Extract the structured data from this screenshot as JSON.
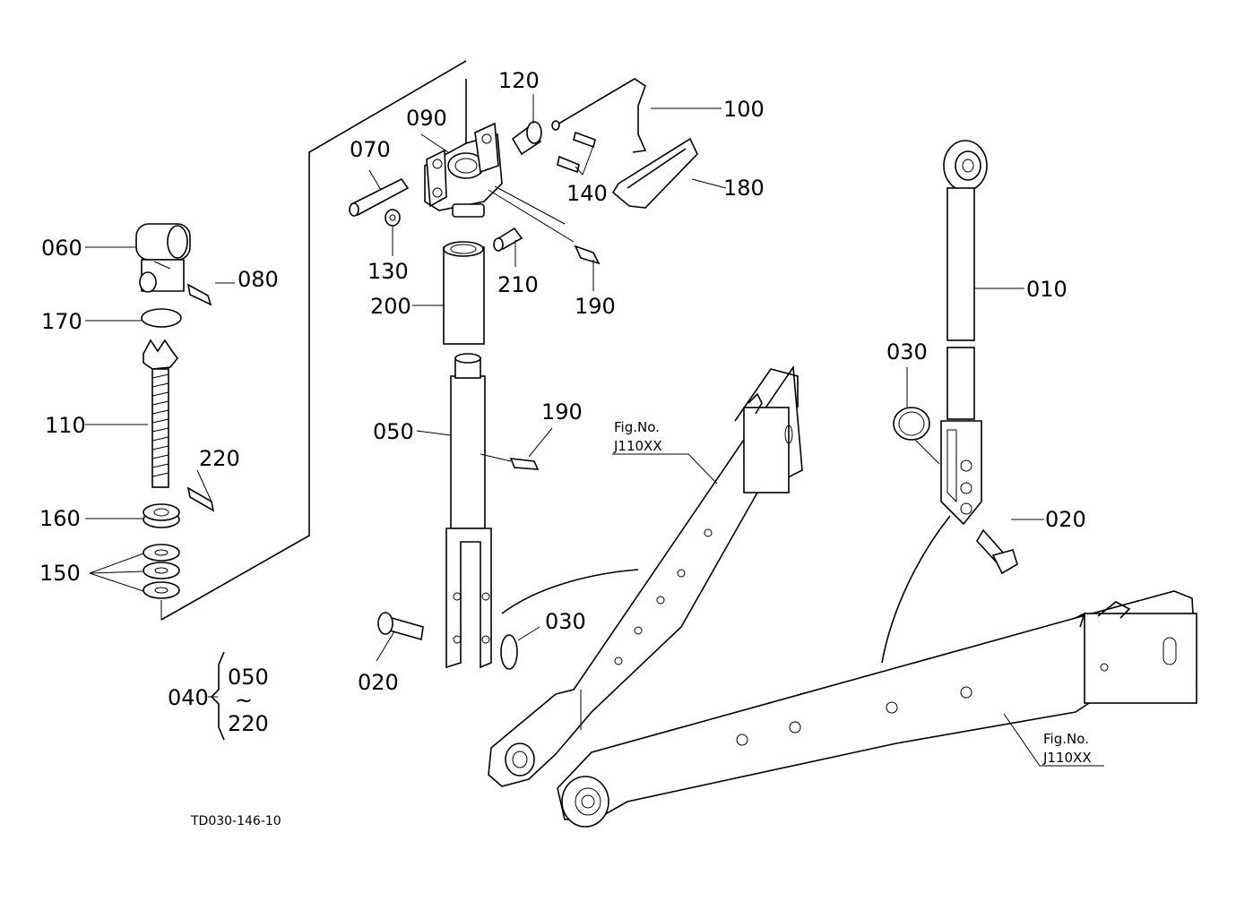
{
  "labels": {
    "p010": "010",
    "p020a": "020",
    "p020b": "020",
    "p030a": "030",
    "p030b": "030",
    "p040": "040",
    "p050": "050",
    "p050r": "050",
    "p060": "060",
    "p070": "070",
    "p080": "080",
    "p090": "090",
    "p100": "100",
    "p110": "110",
    "p120": "120",
    "p130": "130",
    "p140": "140",
    "p150": "150",
    "p160": "160",
    "p170": "170",
    "p180": "180",
    "p190a": "190",
    "p190b": "190",
    "p200": "200",
    "p210": "210",
    "p220": "220",
    "p220r": "220",
    "tilde": "~"
  },
  "figrefs": {
    "a_title": "Fig.No.",
    "a_code": "J110XX",
    "b_title": "Fig.No.",
    "b_code": "J110XX"
  },
  "drawing_code": "TD030-146-10"
}
